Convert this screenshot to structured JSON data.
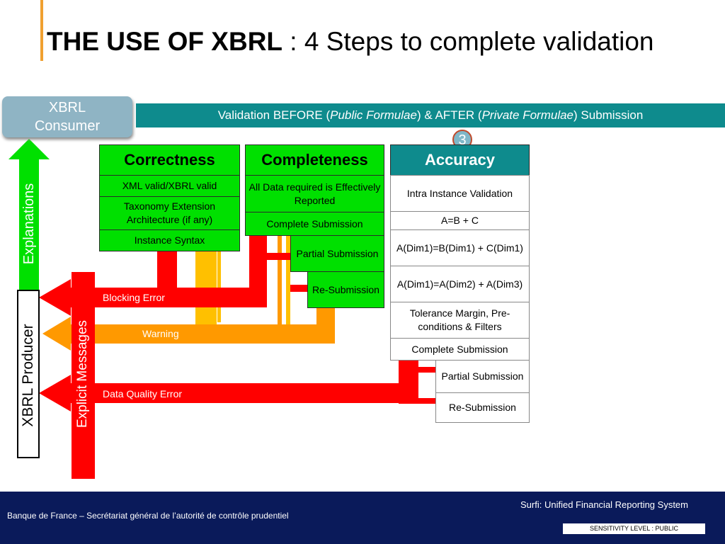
{
  "title": {
    "bold": "THE USE OF XBRL",
    "rest": " : 4 Steps to complete validation"
  },
  "banner": {
    "p1": "Validation BEFORE (",
    "p2": "Public Formulae",
    "p3": ")  &  AFTER (",
    "p4": "Private Formulae",
    "p5": ") Submission"
  },
  "consumer": {
    "line1": "XBRL",
    "line2": "Consumer"
  },
  "step_badge": "3",
  "side": {
    "explanations": "Explanations",
    "producer": "XBRL Producer",
    "messages": "Explicit Messages"
  },
  "correctness": {
    "header": "Correctness",
    "items": [
      "XML valid/XBRL valid",
      "Taxonomy Extension Architecture (if any)",
      "Instance Syntax"
    ]
  },
  "completeness": {
    "header": "Completeness",
    "items": [
      "All Data required is Effectively Reported",
      "Complete Submission",
      "Partial Submission",
      "Re-Submission"
    ]
  },
  "accuracy": {
    "header": "Accuracy",
    "items": [
      "Intra Instance Validation",
      "A=B + C",
      "A(Dim1)=B(Dim1) + C(Dim1)",
      "A(Dim1)=A(Dim2) + A(Dim3)",
      "Tolerance Margin, Pre-conditions & Filters",
      "Complete Submission",
      "Partial Submission",
      "Re-Submission"
    ]
  },
  "arrows": {
    "blocking": "Blocking Error",
    "warning": "Warning",
    "quality": "Data Quality Error"
  },
  "footer": {
    "left": "Banque de France – Secrétariat général de  l’autorité de contrôle prudentiel",
    "right": "Surfi: Unified Financial Reporting System",
    "sensitivity": "SENSITIVITY LEVEL : PUBLIC"
  },
  "colors": {
    "teal": "#0e8b8d",
    "green": "#00e000",
    "red": "#ff0000",
    "orange": "#ff9900",
    "yellow": "#ffc000",
    "navy": "#0a1a5a"
  }
}
